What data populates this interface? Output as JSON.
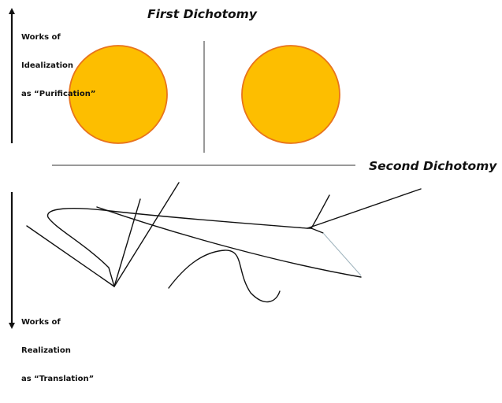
{
  "titles": {
    "first": "First Dichotomy",
    "second": "Second Dichotomy"
  },
  "labels": {
    "top_line1": "Works of",
    "top_line2": "Idealization",
    "top_line3": "as “Purification”",
    "bottom_line1": "Works of",
    "bottom_line2": "Realization",
    "bottom_line3": "as “Translation”"
  },
  "colors": {
    "circle_fill": "#FDBE00",
    "circle_stroke": "#E8731C",
    "ink": "#111111",
    "faint_line": "#9FB3BD"
  }
}
